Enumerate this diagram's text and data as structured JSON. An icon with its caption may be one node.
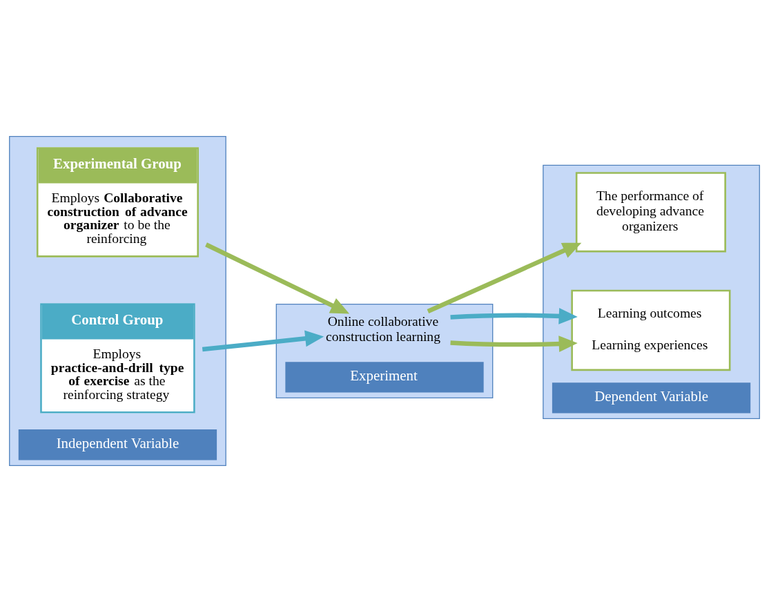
{
  "diagram": {
    "nodes": [
      {
        "text": [
          "Independent Variable"
        ]
      },
      {
        "text": [
          "Experimental Group",
          "Employs **Collaborative construction of advance organizer** to be the reinforcing"
        ],
        "in": 0
      },
      {
        "text": [
          "Control Group",
          "Employs **practice-and-drill type of exercise** as the reinforcing strategy"
        ],
        "in": 0
      },
      {
        "text": [
          "Experiment"
        ]
      },
      {
        "text": [
          "Online collaborative construction learning"
        ],
        "in": 3
      },
      {
        "text": [
          "Dependent Variable"
        ]
      },
      {
        "text": [
          "The performance of developing advance organizers"
        ],
        "in": 5
      },
      {
        "text": [
          "Learning outcomes",
          "Learning experiences"
        ],
        "in": 5
      }
    ],
    "edges": [
      {
        "from": 1,
        "to": 4,
        "arrow": "to",
        "color": "#9bbb59"
      },
      {
        "from": 2,
        "to": 4,
        "arrow": "to",
        "color": "#4bacc6"
      },
      {
        "from": 4,
        "to": 6,
        "arrow": "to",
        "color": "#9bbb59"
      },
      {
        "from": 4,
        "to": 7,
        "arrow": "to",
        "color": "#9bbb59"
      },
      {
        "from": 4,
        "to": 7,
        "arrow": "to",
        "color": "#4bacc6"
      }
    ]
  }
}
